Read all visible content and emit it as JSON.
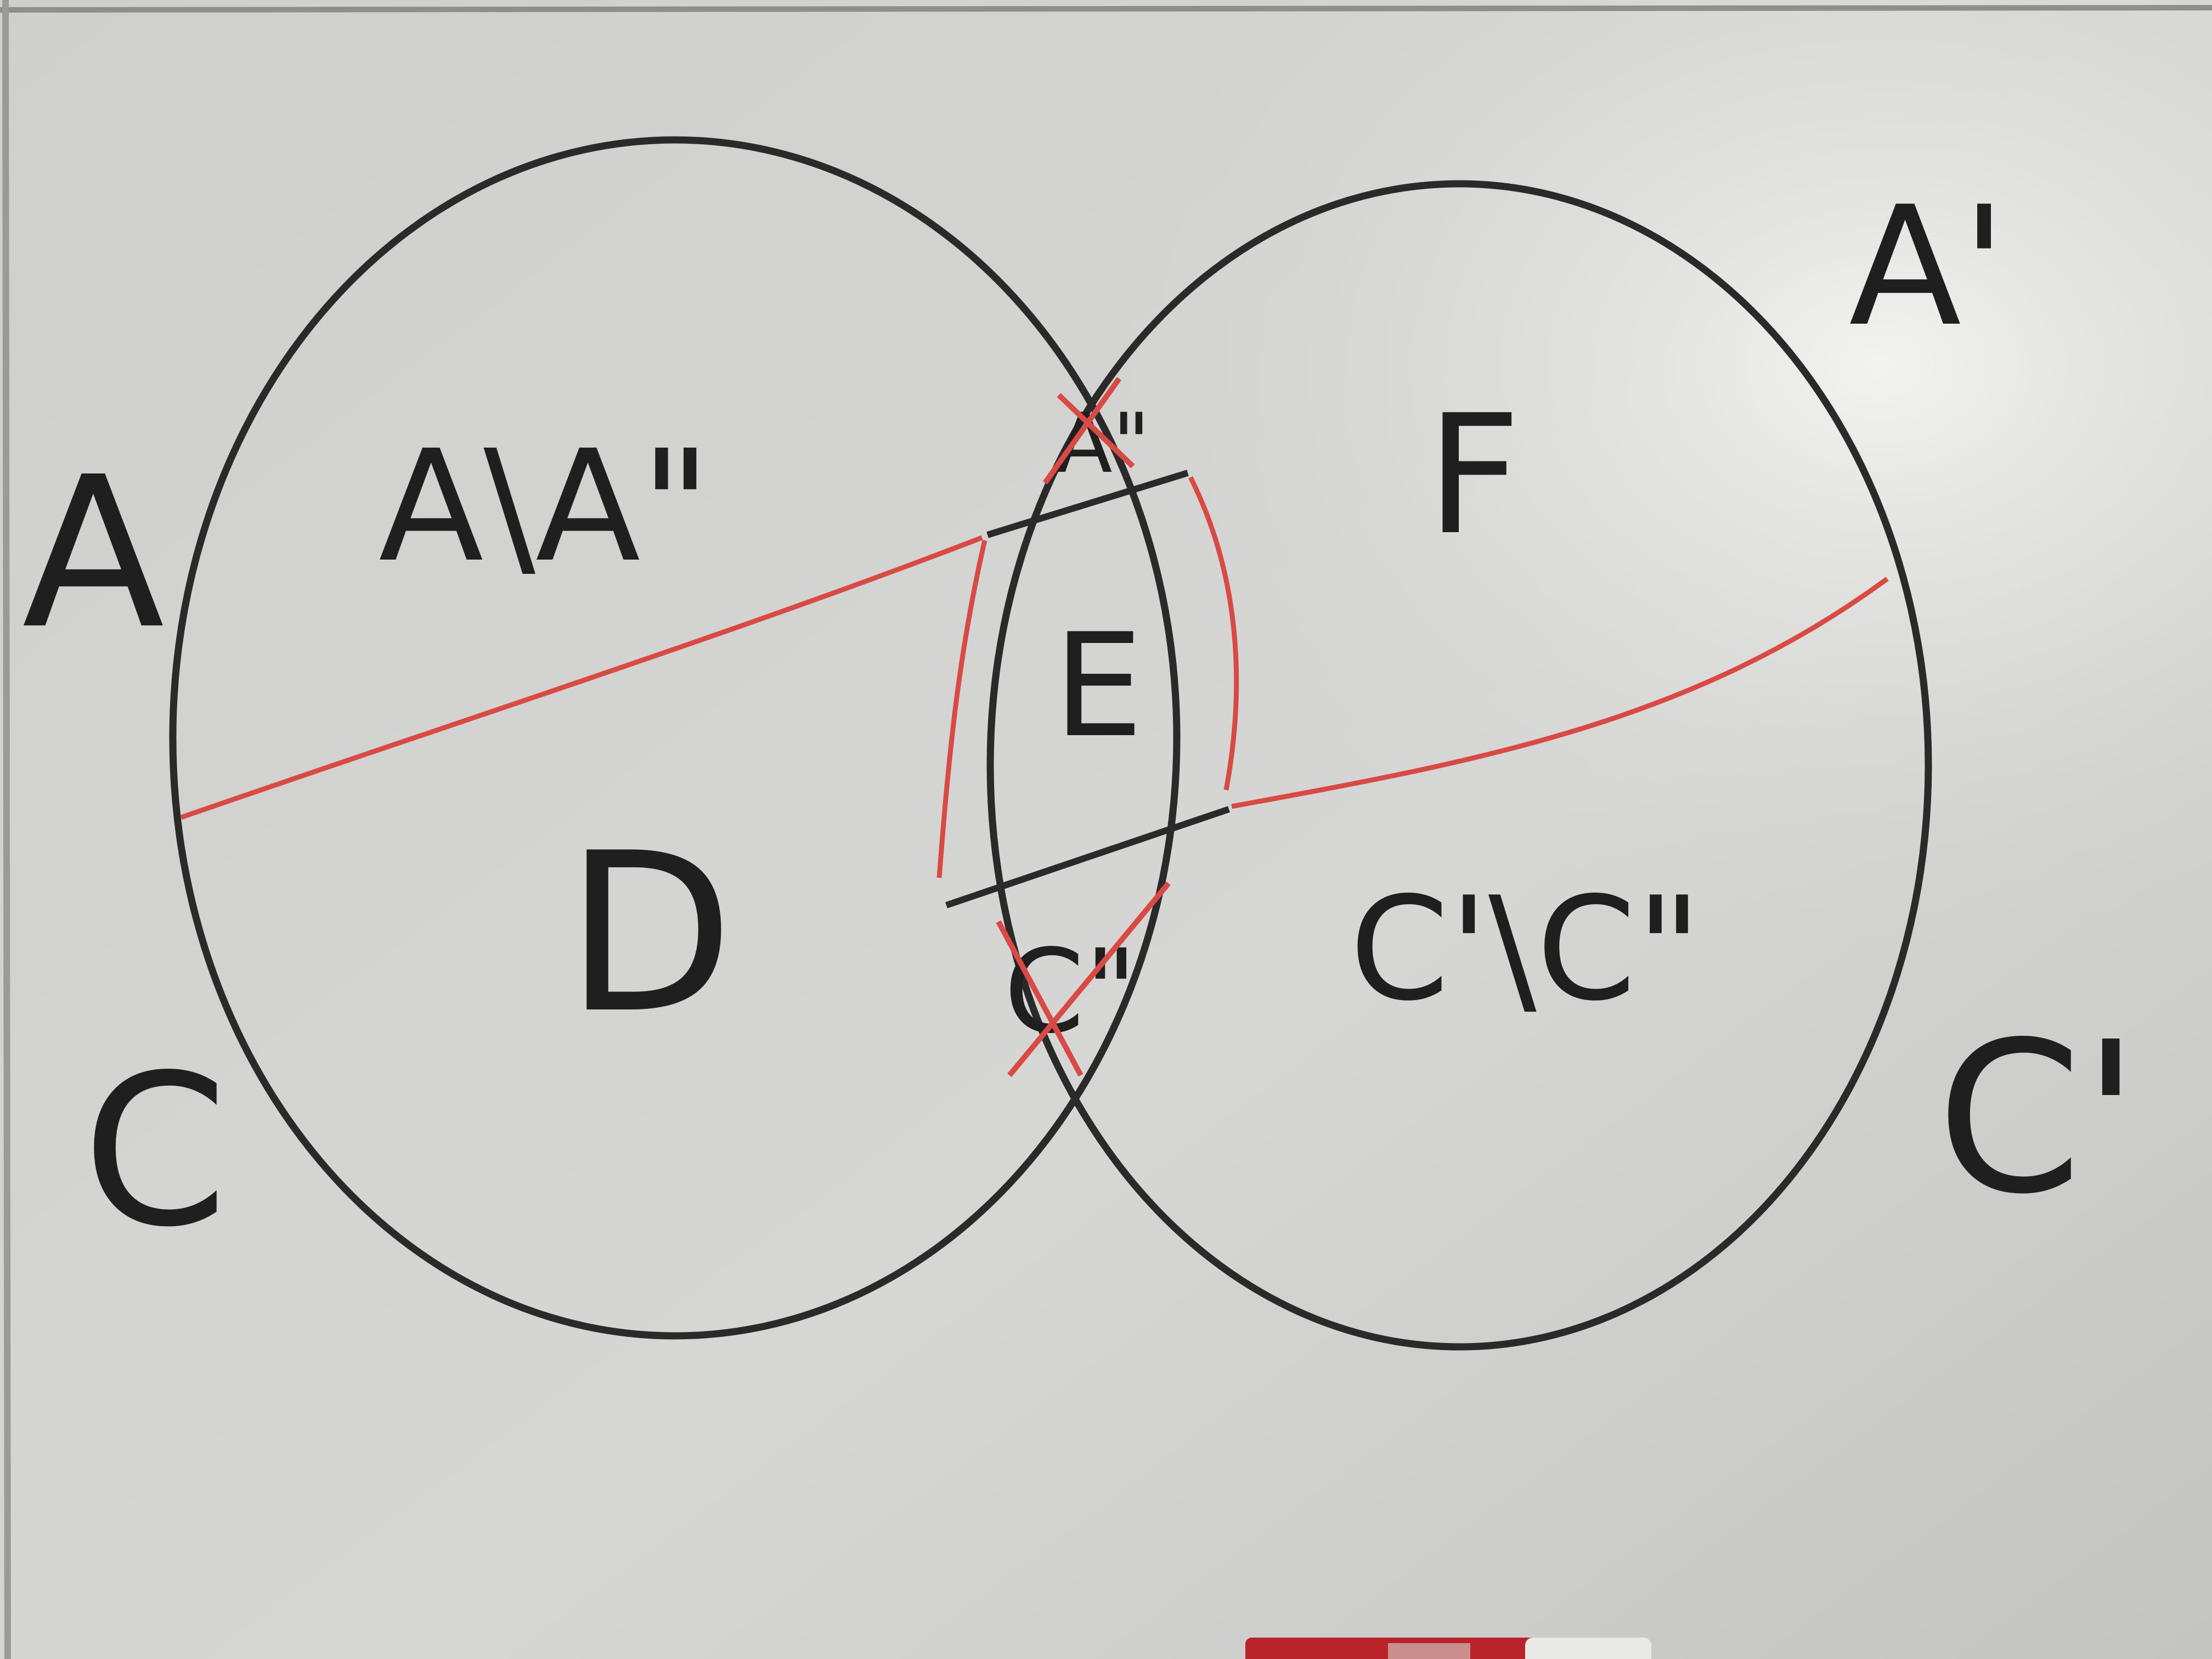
{
  "board": {
    "background_color": "#c9c9c7",
    "marker_black": "#2a2a2a",
    "marker_red": "#d94a44",
    "marker_body_color": "#c0272d"
  },
  "labels": {
    "outer_left_top": "A",
    "outer_left_bottom": "C",
    "outer_right_top": "A'",
    "outer_right_bottom": "C'",
    "region_a_minus": "A\\A\"",
    "region_a_double": "A\"",
    "region_d": "D",
    "region_e": "E",
    "region_f": "F",
    "region_c_double": "C\"",
    "region_c_minus": "C'\\C\""
  },
  "crossed_out": [
    "region_a_double",
    "region_c_double"
  ],
  "objects": {
    "marker": "red dry-erase marker"
  }
}
